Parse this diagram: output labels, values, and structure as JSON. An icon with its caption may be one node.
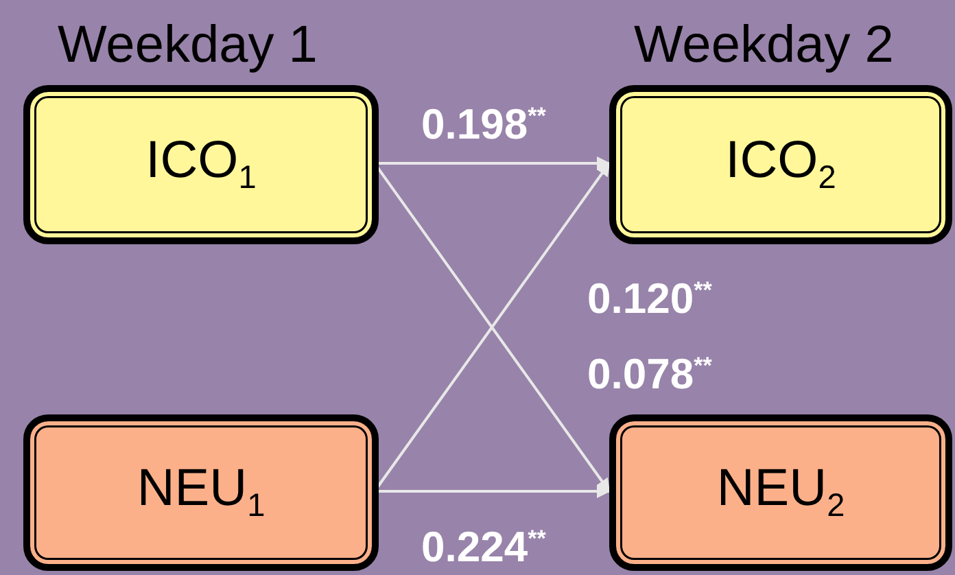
{
  "diagram": {
    "nodes": [
      {
        "text": [
          "ICO$_{1}$"
        ]
      },
      {
        "text": [
          "ICO$_{2}$"
        ]
      },
      {
        "text": [
          "NEU$_{1}$"
        ]
      },
      {
        "text": [
          "NEU$_{2}$"
        ]
      }
    ],
    "edges": [
      {
        "from": 0,
        "to": 1,
        "arrow": "to",
        "label": "0.198$^{**}$"
      },
      {
        "from": 2,
        "to": 1,
        "arrow": "to",
        "label": "0.120$^{**}$"
      },
      {
        "from": 0,
        "to": 3,
        "arrow": "to",
        "label": "0.078$^{**}$"
      },
      {
        "from": 2,
        "to": 3,
        "arrow": "to",
        "label": "0.224$^{**}$"
      }
    ],
    "labels": [
      "Weekday 1",
      "Weekday 2"
    ]
  }
}
